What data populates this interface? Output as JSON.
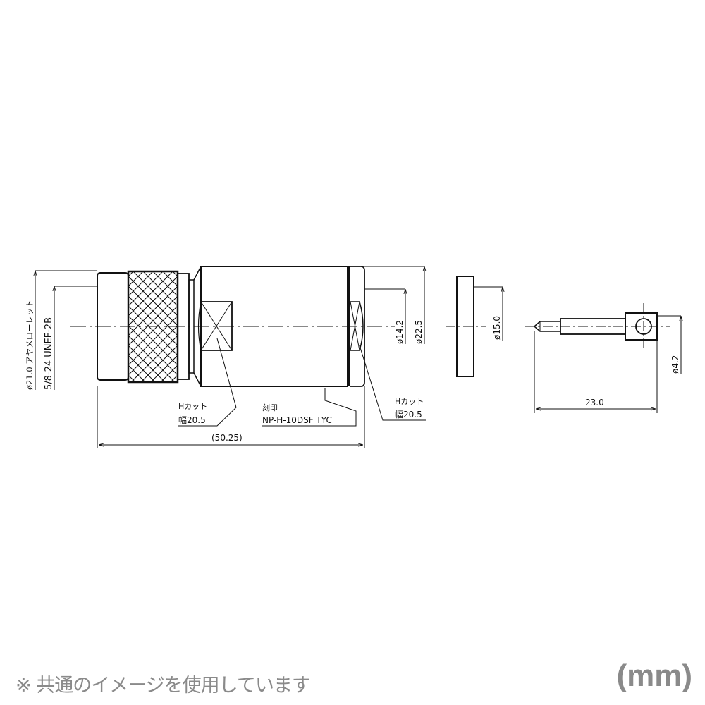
{
  "drawing": {
    "title": "N-type plug connector dimensional drawing",
    "connector": {
      "outer_diameter_label": "ø21.0 アヤメローレット",
      "thread_label": "5/8-24 UNEF-2B",
      "hcut_left": {
        "line1": "Hカット",
        "line2": "幅20.5"
      },
      "marking": {
        "line1": "刻印",
        "line2": "NP-H-10DSF TYC"
      },
      "hcut_right": {
        "line1": "Hカット",
        "line2": "幅20.5"
      },
      "overall_length": "(50.25)",
      "dia_inner": "ø14.2",
      "dia_outer": "ø22.5"
    },
    "washer": {
      "dia": "ø15.0"
    },
    "pin": {
      "length": "23.0",
      "dia": "ø4.2"
    }
  },
  "footer": {
    "note": "※ 共通のイメージを使用しています",
    "unit": "(mm)"
  }
}
